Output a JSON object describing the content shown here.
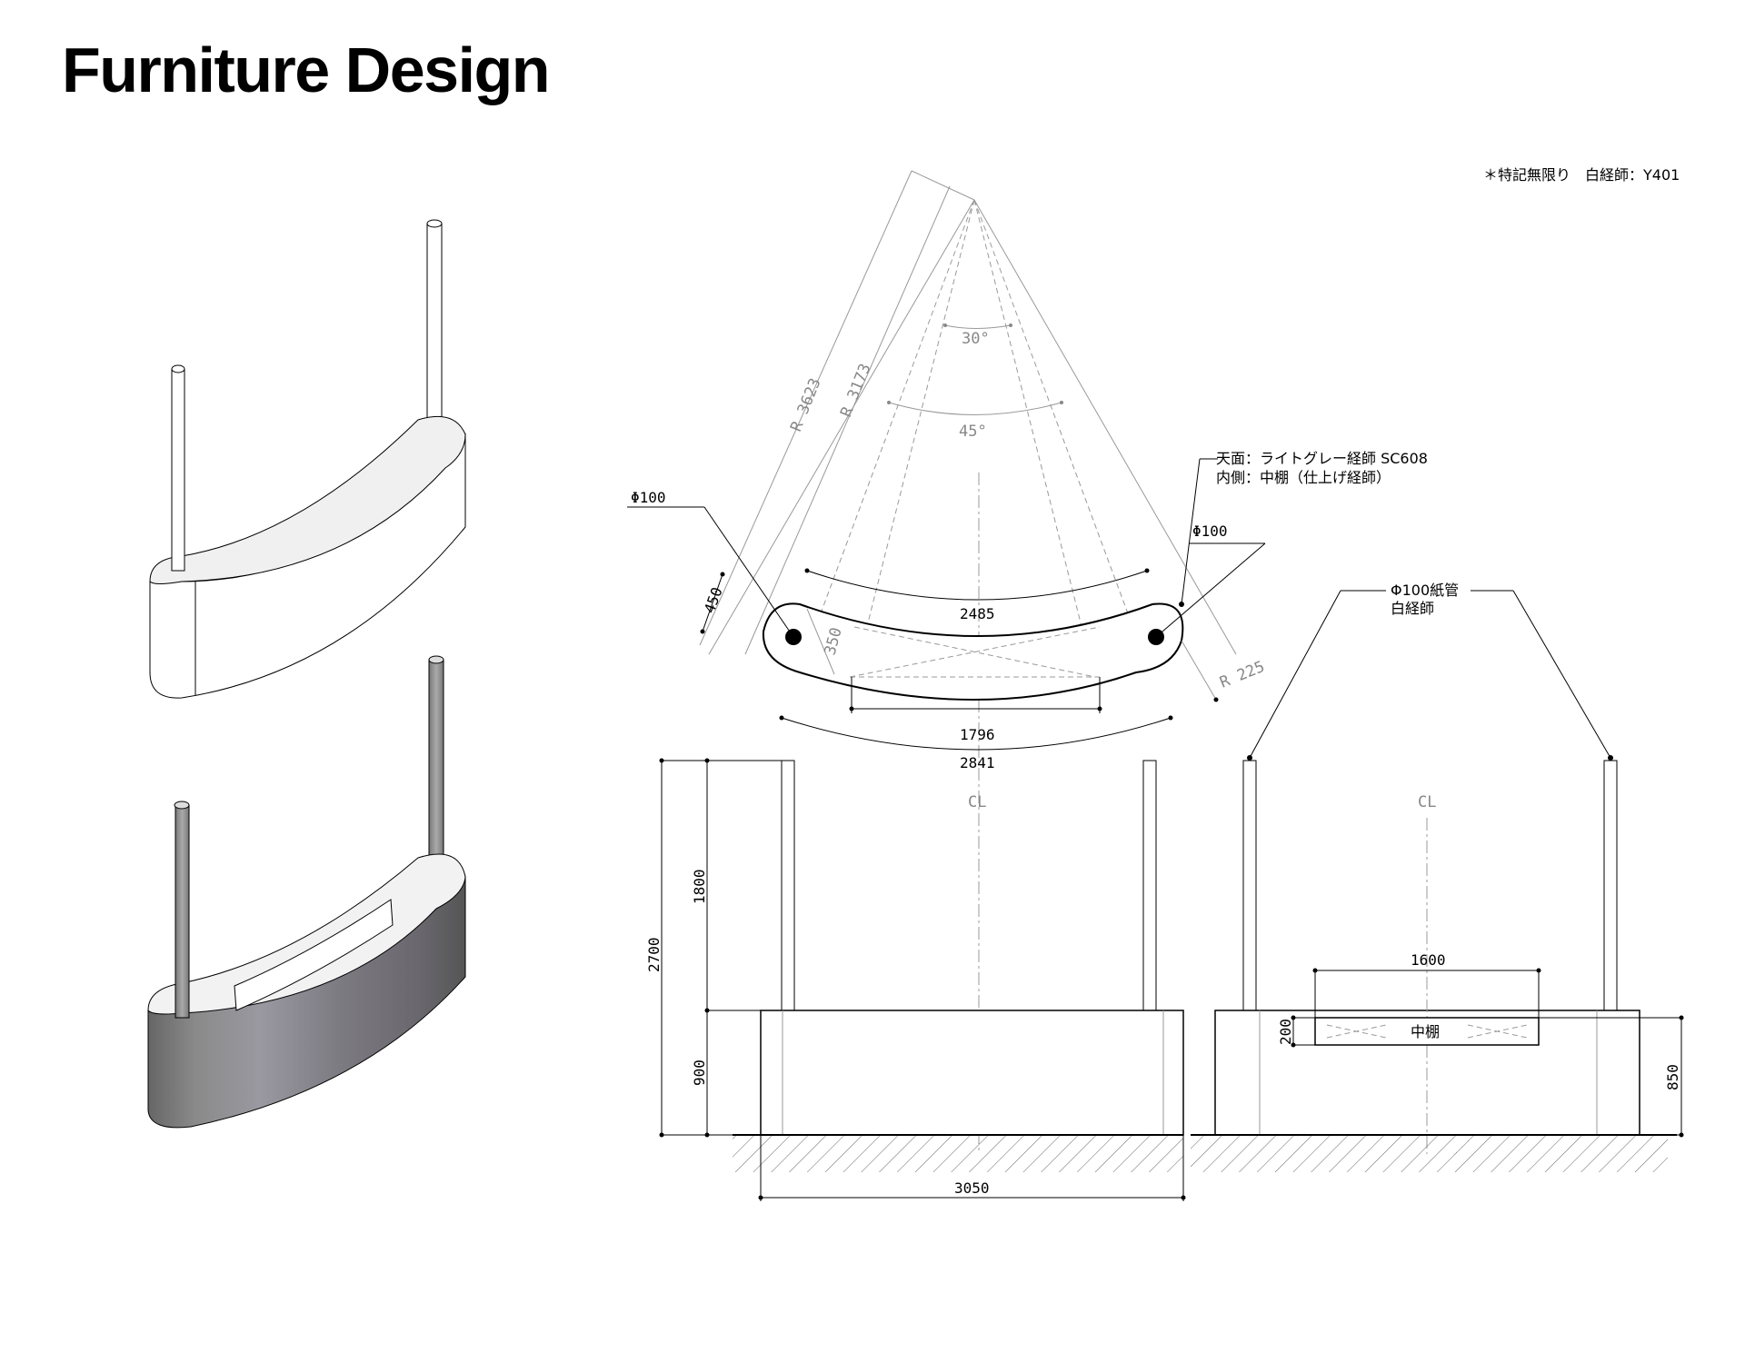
{
  "title": "Furniture Design",
  "notes": {
    "finish_default": "＊特記無限り　白経師：Y401",
    "top_line1": "天面：ライトグレー経師 SC608",
    "top_line2": "内側：中棚（仕上げ経師）",
    "pipe_line1": "Φ100紙管",
    "pipe_line2": "白経師",
    "shelf": "中棚"
  },
  "dimensions": {
    "phi_left": "Φ100",
    "phi_right": "Φ100",
    "r_outer": "R 3623",
    "r_inner": "R 3173",
    "angle_inner": "30°",
    "angle_outer": "45°",
    "depth": "450",
    "inner_depth": "350",
    "top_arc": "2485",
    "chord_inner": "1796",
    "chord_outer": "2841",
    "end_radius": "R 225",
    "total_height": "2700",
    "pole_height": "1800",
    "body_height": "900",
    "width": "3050",
    "shelf_width": "1600",
    "shelf_height": "200",
    "side_height": "850",
    "cl_front": "CL",
    "cl_back": "CL"
  }
}
